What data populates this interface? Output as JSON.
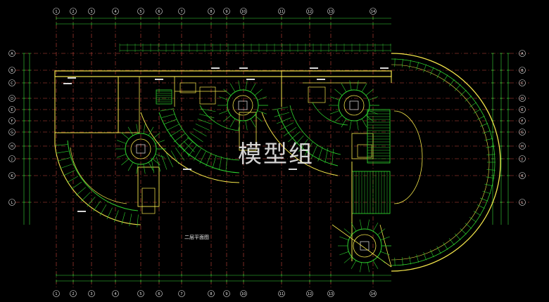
{
  "watermark": "模型组",
  "drawing": {
    "title": "二层平面图",
    "top_labels": [
      "1",
      "2",
      "3",
      "4",
      "5",
      "6",
      "7",
      "8",
      "9",
      "10",
      "11",
      "12",
      "13",
      "14"
    ],
    "left_labels": [
      "A",
      "B",
      "C",
      "D",
      "E",
      "F",
      "G",
      "H",
      "J",
      "K",
      "L"
    ],
    "right_labels": [
      "A",
      "B",
      "C",
      "D",
      "E",
      "F",
      "G",
      "H",
      "J",
      "K",
      "L"
    ],
    "bottom_labels": [
      "1",
      "2",
      "3",
      "4",
      "5",
      "6",
      "7",
      "8",
      "9",
      "10",
      "11",
      "12",
      "13",
      "14"
    ]
  },
  "colors": {
    "background": "#000000",
    "wall": "#f4e64a",
    "stair": "#2ecf2e",
    "axis": "#c8463c",
    "dimension": "#3ad93a",
    "text": "#ffffff",
    "bubble": "#e8e8e8"
  }
}
